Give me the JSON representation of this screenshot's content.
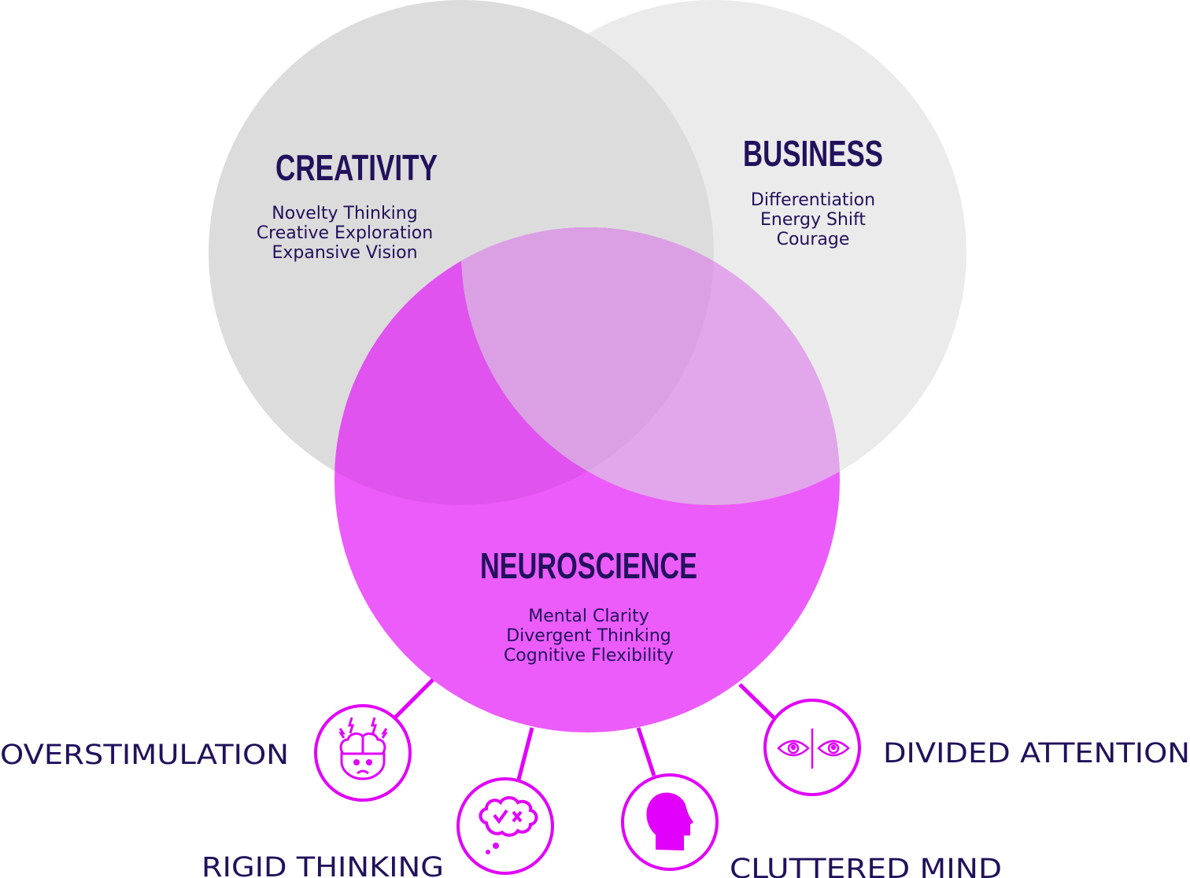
{
  "colors": {
    "accent": "#e100fa",
    "text": "#22115c",
    "creativity": "#dcdcdc",
    "business": "#ebebeb",
    "neuroscience": "#ec5cfa"
  },
  "sets": {
    "creativity": {
      "title": "CREATIVITY",
      "items": [
        "Novelty Thinking",
        "Creative Exploration",
        "Expansive Vision"
      ]
    },
    "business": {
      "title": "BUSINESS",
      "items": [
        "Differentiation",
        "Energy Shift",
        "Courage"
      ]
    },
    "neuroscience": {
      "title": "NEUROSCIENCE",
      "items": [
        "Mental Clarity",
        "Divergent Thinking",
        "Cognitive Flexibility"
      ]
    }
  },
  "challenges": [
    {
      "label": "OVERSTIMULATION",
      "icon": "stressed-brain-icon"
    },
    {
      "label": "RIGID THINKING",
      "icon": "thought-cloud-check-x-icon"
    },
    {
      "label": "CLUTTERED MIND",
      "icon": "head-silhouette-icon"
    },
    {
      "label": "DIVIDED ATTENTION",
      "icon": "divided-eyes-icon"
    }
  ]
}
